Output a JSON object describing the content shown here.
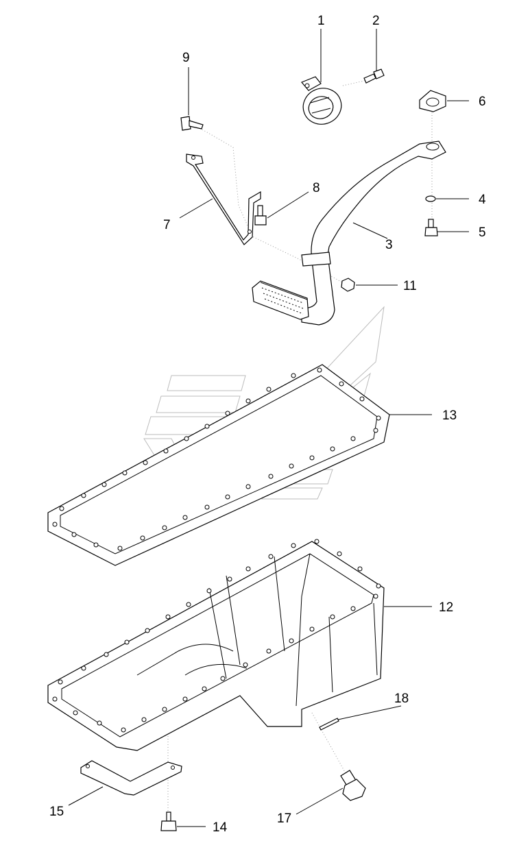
{
  "labels": [
    "1",
    "2",
    "3",
    "4",
    "5",
    "6",
    "7",
    "8",
    "9",
    "11",
    "12",
    "13",
    "14",
    "15",
    "17",
    "18"
  ],
  "icons": [
    "watermark-logo"
  ]
}
